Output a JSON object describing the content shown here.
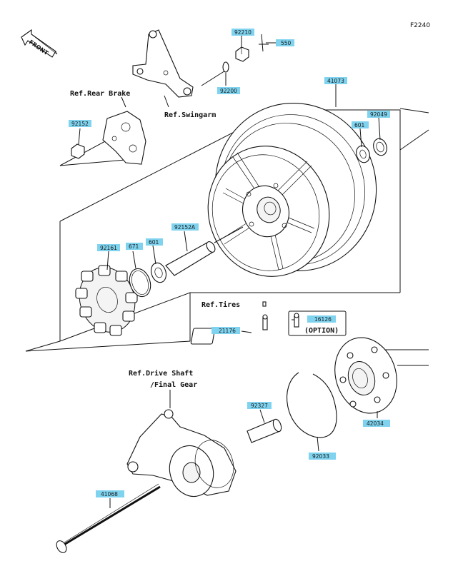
{
  "figure_code": "F2240",
  "front_label": "FRONT",
  "refs": {
    "rear_brake": "Ref.Rear Brake",
    "swingarm": "Ref.Swingarm",
    "tires": "Ref.Tires",
    "drive_shaft": "Ref.Drive Shaft",
    "final_gear": "/Final Gear",
    "option": "(OPTION)"
  },
  "parts": {
    "p92210": "92210",
    "p550": "550",
    "p92200": "92200",
    "p41073": "41073",
    "p92049": "92049",
    "p601a": "601",
    "p92152": "92152",
    "p92161": "92161",
    "p671": "671",
    "p601b": "601",
    "p92152a": "92152A",
    "p21176": "21176",
    "p16126": "16126",
    "p92327": "92327",
    "p42034": "42034",
    "p92033": "92033",
    "p41068": "41068"
  }
}
